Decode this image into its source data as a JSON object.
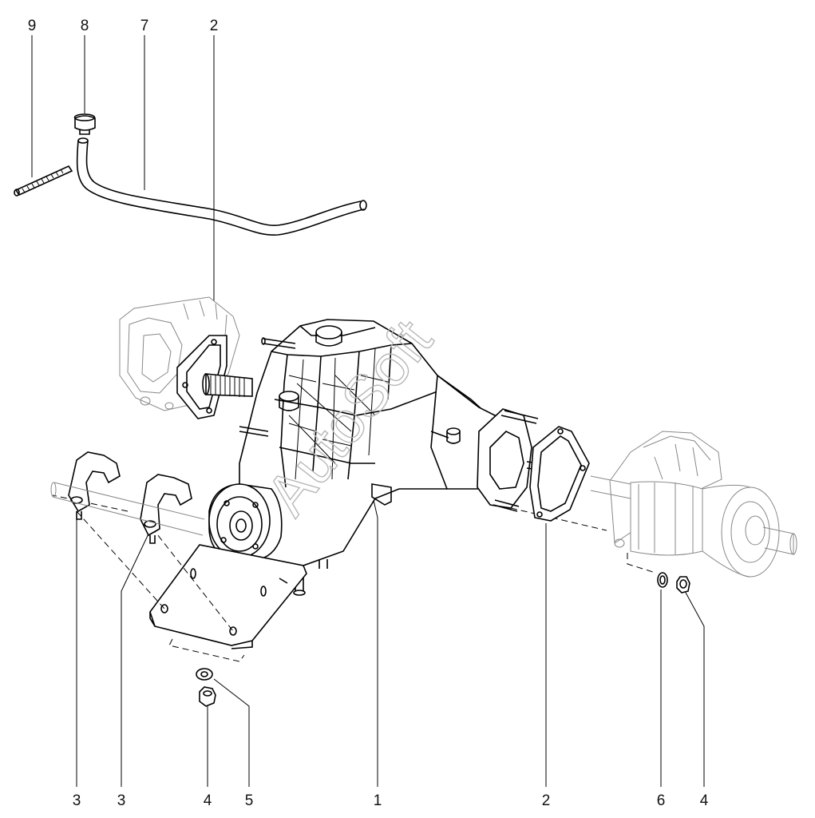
{
  "callouts": [
    {
      "id": "c9",
      "label": "9"
    },
    {
      "id": "c8",
      "label": "8"
    },
    {
      "id": "c7",
      "label": "7"
    },
    {
      "id": "c2t",
      "label": "2"
    },
    {
      "id": "c3a",
      "label": "3"
    },
    {
      "id": "c3b",
      "label": "3"
    },
    {
      "id": "c4a",
      "label": "4"
    },
    {
      "id": "c5",
      "label": "5"
    },
    {
      "id": "c1",
      "label": "1"
    },
    {
      "id": "c2b",
      "label": "2"
    },
    {
      "id": "c6",
      "label": "6"
    },
    {
      "id": "c4b",
      "label": "4"
    }
  ],
  "watermark": "AutoSoft"
}
